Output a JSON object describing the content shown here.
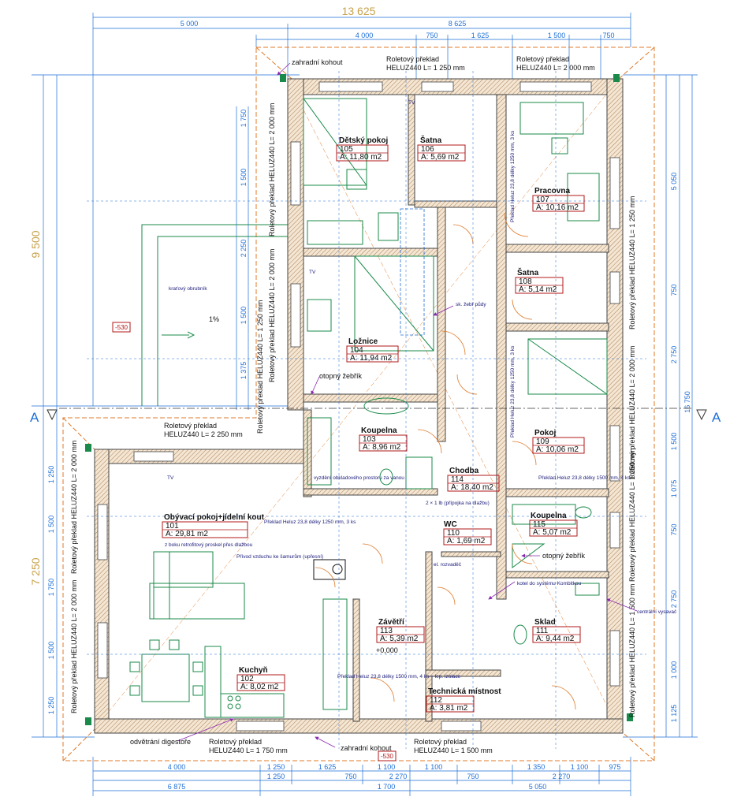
{
  "colors": {
    "dimension": "#1e6fd6",
    "wall": "#444444",
    "room_box": "#b01818",
    "annotation": "#8a2bb0",
    "roof_outline": "#e07a2a",
    "overall_dim": "#c8a24a"
  },
  "top_dims": {
    "overall": "13 625",
    "row2": [
      "5 000",
      "8 625"
    ],
    "row3": [
      "4 000",
      "750",
      "1 625",
      "1 500",
      "750"
    ]
  },
  "bottom_dims": {
    "row1": [
      "4 000",
      "1 250",
      "1 625",
      "1 100",
      "1 100",
      "1 350",
      "1 100",
      "975"
    ],
    "row2": [
      "1 250",
      "750",
      "2 270",
      "750",
      "2 270"
    ],
    "row3": [
      "6 875",
      "1 700",
      "5 050"
    ]
  },
  "left_dims": {
    "big_upper": "9 500",
    "big_lower": "7 250",
    "items": [
      "1 750",
      "1 500",
      "2 250",
      "1 500",
      "1 375",
      "1 250",
      "1 500",
      "1 750",
      "1 500",
      "1 250"
    ]
  },
  "right_dims": {
    "big": "16 750",
    "items": [
      "5 050",
      "750",
      "2 750",
      "1 500",
      "1 075",
      "750",
      "2 750",
      "1 000",
      "1 125"
    ]
  },
  "section_marks": {
    "left": "A",
    "right": "A"
  },
  "terrace": {
    "code": "-530",
    "slope": "1%"
  },
  "entrance_code": "-530",
  "rooms": [
    {
      "name": "Dětský pokoj",
      "num": "105",
      "area": "A: 11,80 m2"
    },
    {
      "name": "Šatna",
      "num": "106",
      "area": "A: 5,69 m2"
    },
    {
      "name": "Pracovna",
      "num": "107",
      "area": "A: 10,16 m2"
    },
    {
      "name": "Šatna",
      "num": "108",
      "area": "A: 5,14 m2"
    },
    {
      "name": "Ložnice",
      "num": "104",
      "area": "A: 11,94 m2"
    },
    {
      "name": "Koupelna",
      "num": "103",
      "area": "A: 8,96 m2"
    },
    {
      "name": "Pokoj",
      "num": "109",
      "area": "A: 10,06 m2"
    },
    {
      "name": "Chodba",
      "num": "114",
      "area": "A: 18,40 m2"
    },
    {
      "name": "Koupelna",
      "num": "115",
      "area": "A: 5,07 m2"
    },
    {
      "name": "Obývací pokoj+jídelní kout",
      "num": "101",
      "area": "A: 29,81 m2"
    },
    {
      "name": "WC",
      "num": "110",
      "area": "A: 1,69 m2"
    },
    {
      "name": "Závětří",
      "num": "113",
      "area": "A: 5,39 m2"
    },
    {
      "name": "Sklad",
      "num": "111",
      "area": "A: 9,44 m2"
    },
    {
      "name": "Kuchyň",
      "num": "102",
      "area": "A: 8,02 m2"
    },
    {
      "name": "Technická místnost",
      "num": "112",
      "area": "A: 3,81 m2"
    }
  ],
  "lintels": {
    "top1": [
      "Roletový překlad",
      "HELUZ440 L= 1 250 mm"
    ],
    "top2": [
      "Roletový překlad",
      "HELUZ440 L= 2 000 mm"
    ],
    "left_terrace": [
      "Roletový překlad",
      "HELUZ440 L= 2 250 mm"
    ],
    "bottom1": [
      "Roletový překlad",
      "HELUZ440 L= 1 750 mm"
    ],
    "bottom2": [
      "Roletový překlad",
      "HELUZ440 L= 1 500 mm"
    ],
    "vertical_left_upper": "Roletový překlad HELUZ440 L= 2 000 mm",
    "vertical_left_mid": "Roletový překlad HELUZ440 L= 2 000 mm",
    "vertical_left_lower": "Roletový překlad HELUZ440 L= 1 250 mm",
    "vertical_west_upper": "Roletový překlad HELUZ440 L= 2 000 mm",
    "vertical_west_lower": "Roletový překlad HELUZ440 L= 2 000 mm",
    "vertical_right_1": "Roletový překlad HELUZ440 L= 1 250 mm",
    "vertical_right_2": "Roletový překlad HELUZ440 L= 2 000 mm",
    "vertical_right_3": "Roletový překlad HELUZ440 L= 1 250 mm",
    "vertical_right_4": "Roletový překlad HELUZ440 L= 1 500 mm"
  },
  "annotations": {
    "garden_tap_top": "zahradní kohout",
    "garden_tap_bottom": "zahradní kohout",
    "hood_vent": "odvětrání digestoře",
    "radiator_ladder_1": "otopný žebřík",
    "radiator_ladder_2": "otopný žebřík",
    "attic_stairs": "sk. žebř půdy",
    "central_vacuum": "centrální vysavač",
    "el_switchboard": "el. rozvaděč",
    "boiler": "kotel do systému Kombitkou",
    "terrace_edge": "kraťový obrubník",
    "fireplace_note": "z boku retrofitový proskel přes dlažbou",
    "air_supply": "Přívod vzduchu ke šamurům (upřesní)",
    "bath_fit": "vyzdění obkladového prostoru za vanou",
    "roof_hatch": "2 × 1 lb (přípojka na dlažbu)",
    "lintel_note_1": "Překlad Heluz 23,8 délky 1250 mm, 3 ks",
    "lintel_note_2": "Překlad Heluz 23,8 délky 1250 mm, 3 ks",
    "lintel_note_3": "Překlad Heluz 23,8 délky 1500 mm, 4 ks",
    "lintel_note_4": "Překlad Heluz 23,8 délky 1500 mm, 4 ks + lep. izolace",
    "lintel_note_5": "Překlad Heluz 23,8 délky 1250 mm, 3 ks",
    "zero_level": "+0,000",
    "tv": "TV"
  }
}
